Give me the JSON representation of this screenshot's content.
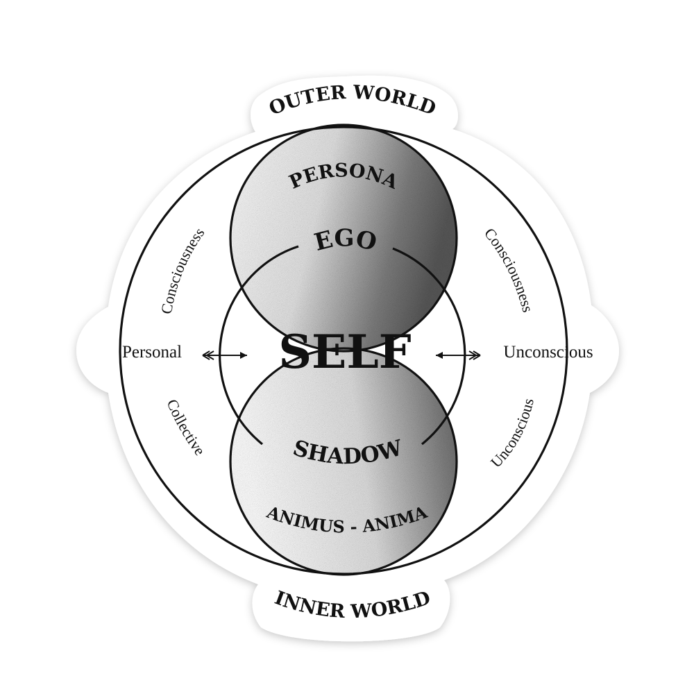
{
  "diagram": {
    "outer_world": "OUTER WORLD",
    "inner_world": "INNER WORLD",
    "persona": "PERSONA",
    "ego": "EGO",
    "self": "SELF",
    "shadow": "SHADOW",
    "animus_anima": "ANIMUS - ANIMA",
    "left_personal": "Personal",
    "right_unconscious": "Unconscious",
    "left_consciousness": "Consciousness",
    "left_collective": "Collective",
    "right_consciousness": "Consciousness",
    "right_unconscious_lower": "Unconscious"
  },
  "colors": {
    "ink": "#111111",
    "paper": "#ffffff",
    "shade_dark": "#5e5e5e",
    "shade_light": "#f2f2f2"
  }
}
